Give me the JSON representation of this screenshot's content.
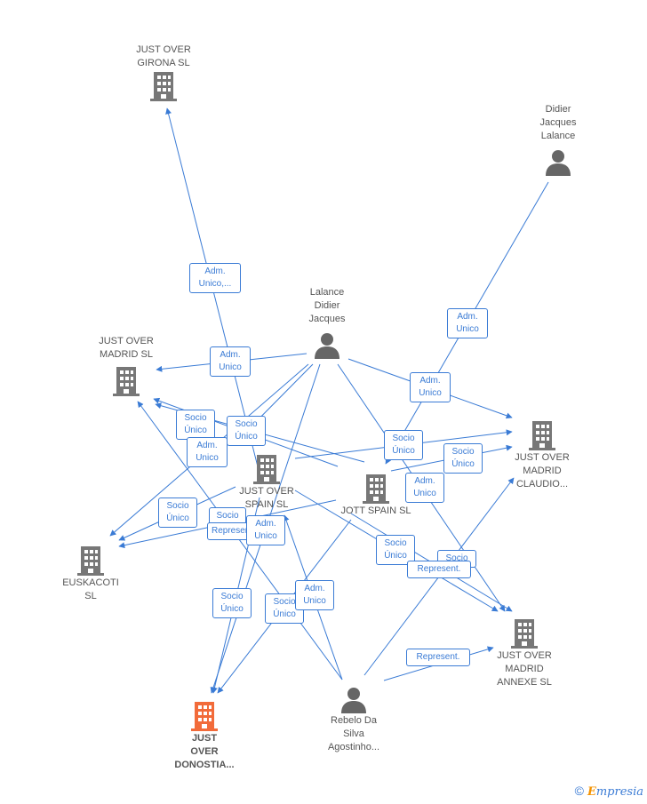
{
  "nodes": {
    "girona": {
      "label": "JUST OVER\nGIRONA  SL"
    },
    "didier_jacques": {
      "label": "Didier\nJacques\nLalance"
    },
    "lalance_didier": {
      "label": "Lalance\nDidier\nJacques"
    },
    "madrid": {
      "label": "JUST OVER\nMADRID  SL"
    },
    "madrid_claudio": {
      "label": "JUST OVER\nMADRID\nCLAUDIO..."
    },
    "spain": {
      "label": "JUST OVER\nSPAIN  SL"
    },
    "jott": {
      "label": "JOTT SPAIN  SL"
    },
    "euskacoti": {
      "label": "EUSKACOTI\nSL"
    },
    "annexe": {
      "label": "JUST OVER\nMADRID\nANNEXE  SL"
    },
    "donostia": {
      "label": "JUST\nOVER\nDONOSTIA..."
    },
    "rebelo": {
      "label": "Rebelo Da\nSilva\nAgostinho..."
    }
  },
  "edge_labels": {
    "e1": "Adm.\nUnico,...",
    "e2": "Adm.\nUnico",
    "e3": "Adm.\nUnico",
    "e4": "Adm.\nUnico",
    "e5": "Socio\nÚnico",
    "e6": "Socio\nÚnico",
    "e7": "Adm.\nUnico",
    "e8": "Socio\nÚnico",
    "e9": "Socio\nÚnico",
    "e10": "Adm.\nUnico",
    "e11": "Socio\nÚnico",
    "e12": "Socio",
    "e13": "Represent.",
    "e14": "Adm.\nUnico",
    "e15": "Socio\nÚnico",
    "e16": "Socio",
    "e17": "Represent.",
    "e18": "Socio\nÚnico",
    "e19": "Socio\nÚnico",
    "e20": "Adm.\nUnico",
    "e21": "Represent."
  },
  "footer": {
    "copyright": "©",
    "brand_e": "E",
    "brand_rest": "mpresia"
  },
  "colors": {
    "edge": "#3a7bd5",
    "company_icon": "#777777",
    "highlight_icon": "#f26b3a",
    "person_icon": "#666666"
  }
}
